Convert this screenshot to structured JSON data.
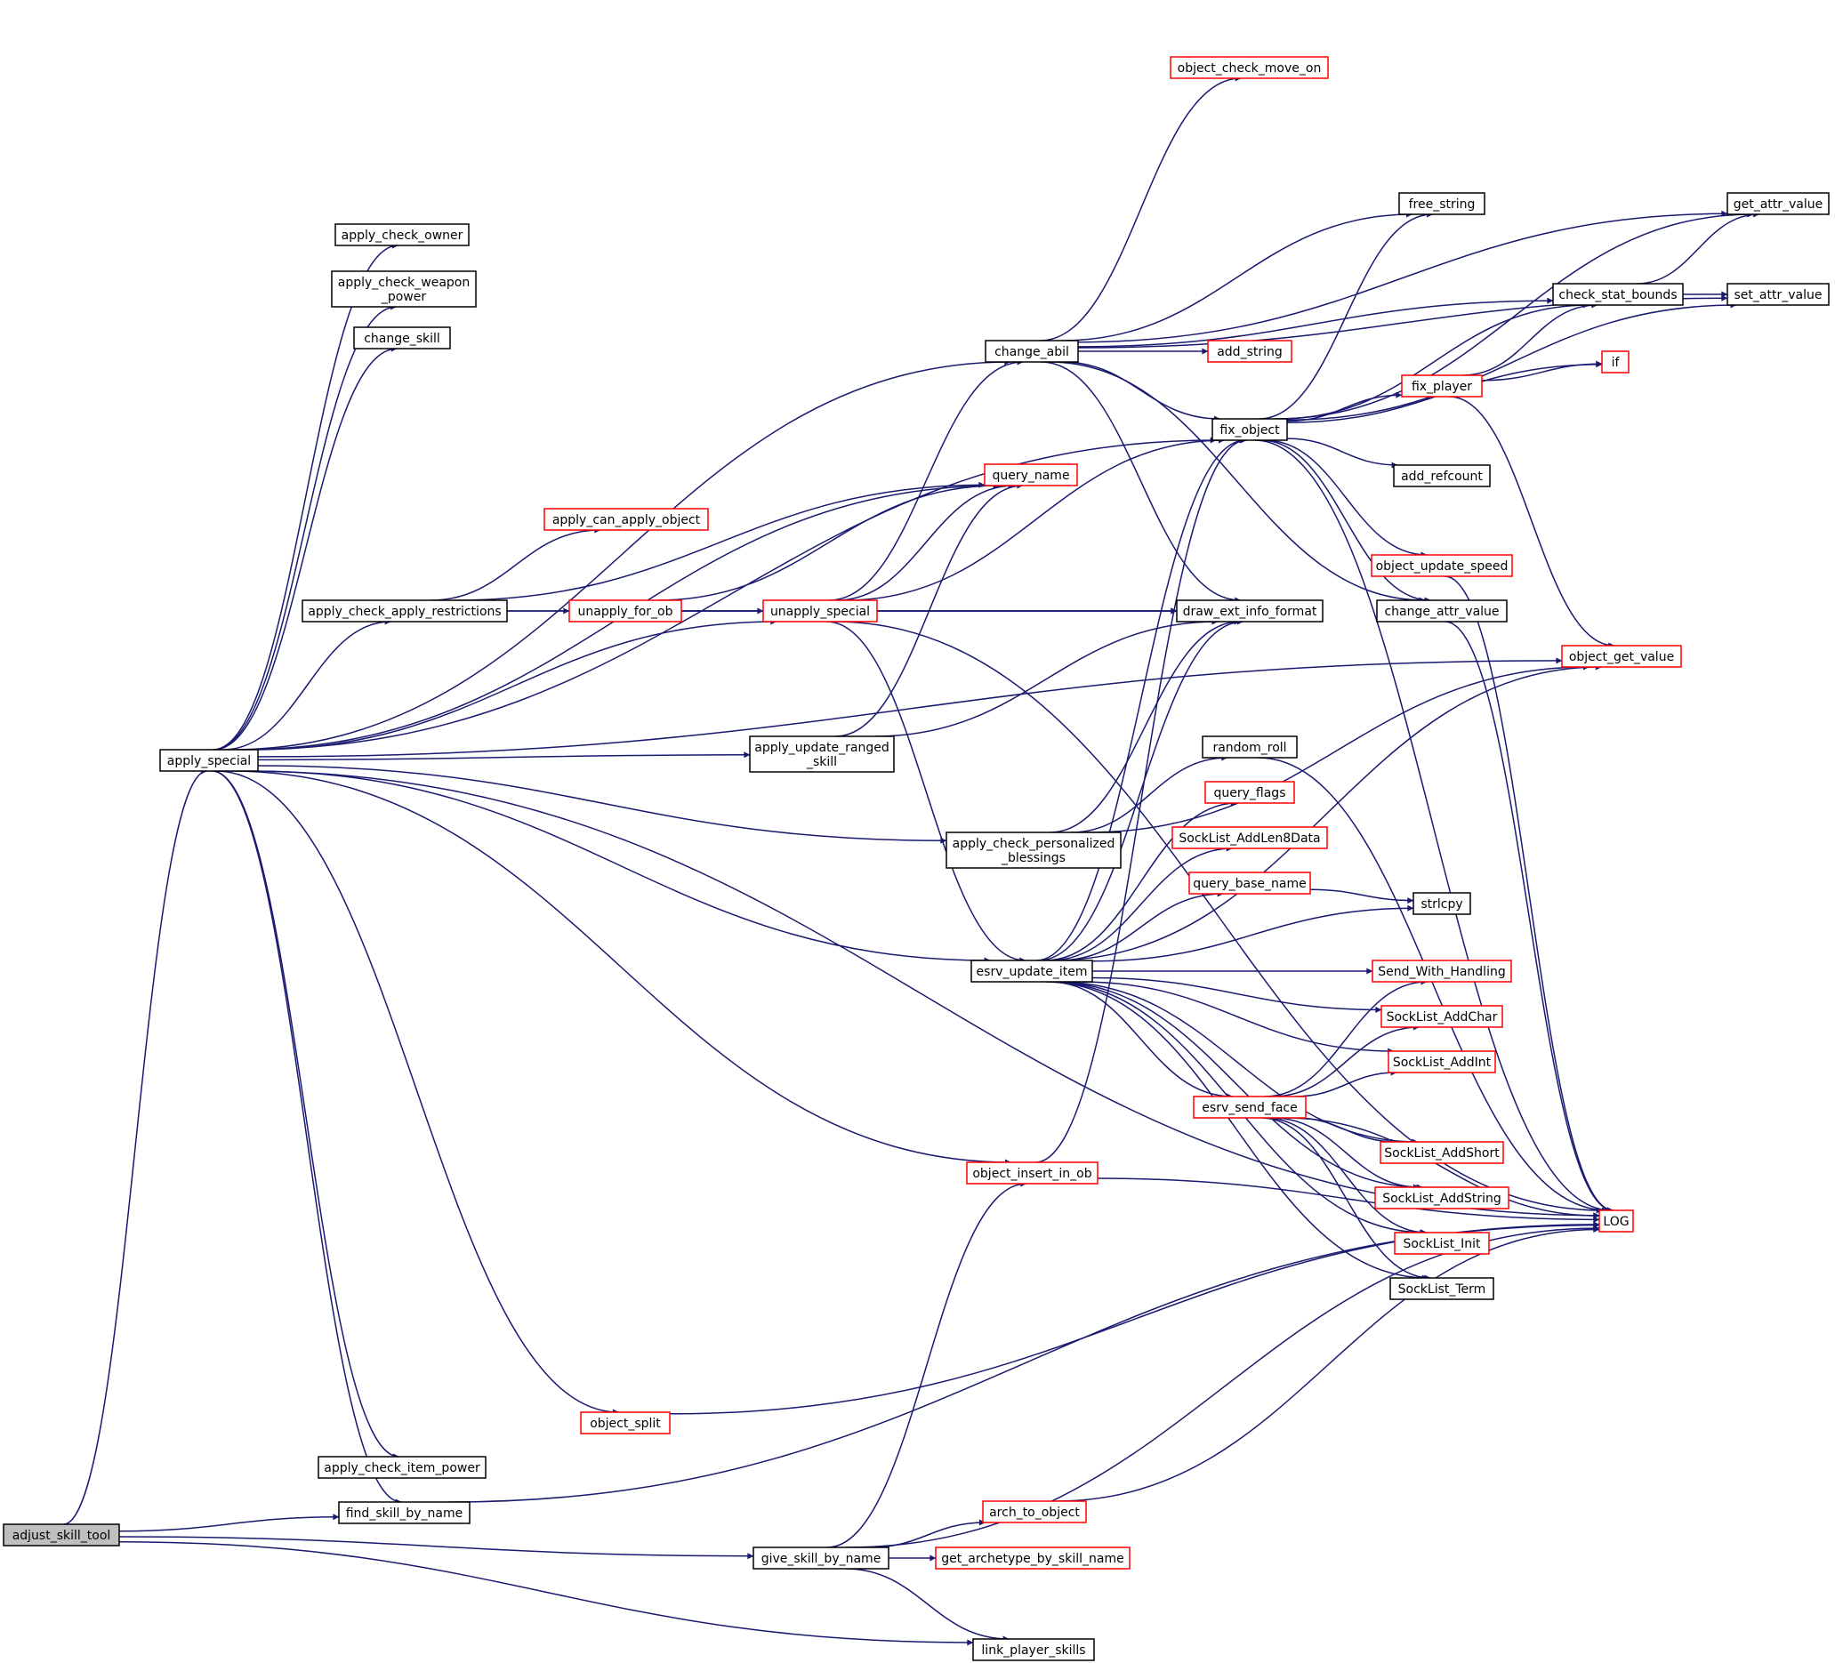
{
  "diagram": {
    "kind": "call-graph",
    "colors": {
      "edge": "#191970",
      "root_fill": "#bfbfbf",
      "plain_border": "#000000",
      "truncated_border": "#ff0000"
    },
    "nodes": [
      {
        "id": "adjust_skill_tool",
        "lines": [
          "adjust_skill_tool"
        ],
        "style": "root"
      },
      {
        "id": "apply_special",
        "lines": [
          "apply_special"
        ],
        "style": "plain"
      },
      {
        "id": "find_skill_by_name",
        "lines": [
          "find_skill_by_name"
        ],
        "style": "plain"
      },
      {
        "id": "give_skill_by_name",
        "lines": [
          "give_skill_by_name"
        ],
        "style": "plain"
      },
      {
        "id": "link_player_skills",
        "lines": [
          "link_player_skills"
        ],
        "style": "plain"
      },
      {
        "id": "apply_check_owner",
        "lines": [
          "apply_check_owner"
        ],
        "style": "plain"
      },
      {
        "id": "apply_check_weapon_power",
        "lines": [
          "apply_check_weapon",
          "_power"
        ],
        "style": "plain"
      },
      {
        "id": "change_skill",
        "lines": [
          "change_skill"
        ],
        "style": "plain"
      },
      {
        "id": "apply_check_apply_restrictions",
        "lines": [
          "apply_check_apply_restrictions"
        ],
        "style": "plain"
      },
      {
        "id": "apply_can_apply_object",
        "lines": [
          "apply_can_apply_object"
        ],
        "style": "red"
      },
      {
        "id": "apply_check_item_power",
        "lines": [
          "apply_check_item_power"
        ],
        "style": "plain"
      },
      {
        "id": "object_split",
        "lines": [
          "object_split"
        ],
        "style": "red"
      },
      {
        "id": "change_abil",
        "lines": [
          "change_abil"
        ],
        "style": "plain"
      },
      {
        "id": "unapply_for_ob",
        "lines": [
          "unapply_for_ob"
        ],
        "style": "red"
      },
      {
        "id": "unapply_special",
        "lines": [
          "unapply_special"
        ],
        "style": "red"
      },
      {
        "id": "query_name",
        "lines": [
          "query_name"
        ],
        "style": "red"
      },
      {
        "id": "apply_update_ranged_skill",
        "lines": [
          "apply_update_ranged",
          "_skill"
        ],
        "style": "plain"
      },
      {
        "id": "apply_check_personalized_blessings",
        "lines": [
          "apply_check_personalized",
          "_blessings"
        ],
        "style": "plain"
      },
      {
        "id": "esrv_update_item",
        "lines": [
          "esrv_update_item"
        ],
        "style": "plain"
      },
      {
        "id": "object_insert_in_ob",
        "lines": [
          "object_insert_in_ob"
        ],
        "style": "red"
      },
      {
        "id": "arch_to_object",
        "lines": [
          "arch_to_object"
        ],
        "style": "red"
      },
      {
        "id": "get_archetype_by_skill_name",
        "lines": [
          "get_archetype_by_skill_name"
        ],
        "style": "red"
      },
      {
        "id": "object_check_move_on",
        "lines": [
          "object_check_move_on"
        ],
        "style": "red"
      },
      {
        "id": "add_string",
        "lines": [
          "add_string"
        ],
        "style": "red"
      },
      {
        "id": "fix_object",
        "lines": [
          "fix_object"
        ],
        "style": "plain"
      },
      {
        "id": "draw_ext_info_format",
        "lines": [
          "draw_ext_info_format"
        ],
        "style": "plain"
      },
      {
        "id": "random_roll",
        "lines": [
          "random_roll"
        ],
        "style": "plain"
      },
      {
        "id": "query_flags",
        "lines": [
          "query_flags"
        ],
        "style": "red"
      },
      {
        "id": "SockList_AddLen8Data",
        "lines": [
          "SockList_AddLen8Data"
        ],
        "style": "red"
      },
      {
        "id": "query_base_name",
        "lines": [
          "query_base_name"
        ],
        "style": "red"
      },
      {
        "id": "esrv_send_face",
        "lines": [
          "esrv_send_face"
        ],
        "style": "red"
      },
      {
        "id": "free_string",
        "lines": [
          "free_string"
        ],
        "style": "plain"
      },
      {
        "id": "fix_player",
        "lines": [
          "fix_player"
        ],
        "style": "red"
      },
      {
        "id": "add_refcount",
        "lines": [
          "add_refcount"
        ],
        "style": "plain"
      },
      {
        "id": "object_update_speed",
        "lines": [
          "object_update_speed"
        ],
        "style": "red"
      },
      {
        "id": "change_attr_value",
        "lines": [
          "change_attr_value"
        ],
        "style": "plain"
      },
      {
        "id": "strlcpy",
        "lines": [
          "strlcpy"
        ],
        "style": "plain"
      },
      {
        "id": "Send_With_Handling",
        "lines": [
          "Send_With_Handling"
        ],
        "style": "red"
      },
      {
        "id": "SockList_AddChar",
        "lines": [
          "SockList_AddChar"
        ],
        "style": "red"
      },
      {
        "id": "SockList_AddInt",
        "lines": [
          "SockList_AddInt"
        ],
        "style": "red"
      },
      {
        "id": "SockList_AddShort",
        "lines": [
          "SockList_AddShort"
        ],
        "style": "red"
      },
      {
        "id": "SockList_AddString",
        "lines": [
          "SockList_AddString"
        ],
        "style": "red"
      },
      {
        "id": "SockList_Init",
        "lines": [
          "SockList_Init"
        ],
        "style": "red"
      },
      {
        "id": "SockList_Term",
        "lines": [
          "SockList_Term"
        ],
        "style": "plain"
      },
      {
        "id": "get_attr_value",
        "lines": [
          "get_attr_value"
        ],
        "style": "plain"
      },
      {
        "id": "check_stat_bounds",
        "lines": [
          "check_stat_bounds"
        ],
        "style": "plain"
      },
      {
        "id": "set_attr_value",
        "lines": [
          "set_attr_value"
        ],
        "style": "plain"
      },
      {
        "id": "if",
        "lines": [
          "if"
        ],
        "style": "red"
      },
      {
        "id": "object_get_value",
        "lines": [
          "object_get_value"
        ],
        "style": "red"
      },
      {
        "id": "LOG",
        "lines": [
          "LOG"
        ],
        "style": "red"
      }
    ],
    "edges": [
      [
        "adjust_skill_tool",
        "apply_special"
      ],
      [
        "adjust_skill_tool",
        "find_skill_by_name"
      ],
      [
        "adjust_skill_tool",
        "give_skill_by_name"
      ],
      [
        "adjust_skill_tool",
        "link_player_skills"
      ],
      [
        "apply_special",
        "apply_check_owner"
      ],
      [
        "apply_special",
        "apply_check_weapon_power"
      ],
      [
        "apply_special",
        "change_skill"
      ],
      [
        "apply_special",
        "change_abil"
      ],
      [
        "apply_special",
        "fix_object"
      ],
      [
        "apply_special",
        "query_name"
      ],
      [
        "apply_special",
        "apply_check_apply_restrictions"
      ],
      [
        "apply_special",
        "unapply_special"
      ],
      [
        "apply_special",
        "apply_update_ranged_skill"
      ],
      [
        "apply_special",
        "object_get_value"
      ],
      [
        "apply_special",
        "apply_check_personalized_blessings"
      ],
      [
        "apply_special",
        "esrv_update_item"
      ],
      [
        "apply_special",
        "object_insert_in_ob"
      ],
      [
        "apply_special",
        "LOG"
      ],
      [
        "apply_special",
        "object_split"
      ],
      [
        "apply_special",
        "apply_check_item_power"
      ],
      [
        "apply_special",
        "find_skill_by_name"
      ],
      [
        "find_skill_by_name",
        "LOG"
      ],
      [
        "apply_check_apply_restrictions",
        "apply_can_apply_object"
      ],
      [
        "apply_check_apply_restrictions",
        "query_name"
      ],
      [
        "apply_check_apply_restrictions",
        "unapply_for_ob"
      ],
      [
        "apply_check_apply_restrictions",
        "draw_ext_info_format"
      ],
      [
        "unapply_for_ob",
        "query_name"
      ],
      [
        "unapply_for_ob",
        "unapply_special"
      ],
      [
        "unapply_for_ob",
        "draw_ext_info_format"
      ],
      [
        "unapply_special",
        "change_abil"
      ],
      [
        "unapply_special",
        "query_name"
      ],
      [
        "unapply_special",
        "fix_object"
      ],
      [
        "unapply_special",
        "draw_ext_info_format"
      ],
      [
        "unapply_special",
        "LOG"
      ],
      [
        "unapply_special",
        "esrv_update_item"
      ],
      [
        "apply_update_ranged_skill",
        "query_name"
      ],
      [
        "apply_update_ranged_skill",
        "draw_ext_info_format"
      ],
      [
        "apply_check_personalized_blessings",
        "draw_ext_info_format"
      ],
      [
        "apply_check_personalized_blessings",
        "object_get_value"
      ],
      [
        "apply_check_personalized_blessings",
        "random_roll"
      ],
      [
        "change_abil",
        "object_check_move_on"
      ],
      [
        "change_abil",
        "get_attr_value"
      ],
      [
        "change_abil",
        "check_stat_bounds"
      ],
      [
        "change_abil",
        "set_attr_value"
      ],
      [
        "change_abil",
        "free_string"
      ],
      [
        "change_abil",
        "add_string"
      ],
      [
        "change_abil",
        "fix_object"
      ],
      [
        "change_abil",
        "draw_ext_info_format"
      ],
      [
        "change_abil",
        "change_attr_value"
      ],
      [
        "fix_object",
        "free_string"
      ],
      [
        "fix_object",
        "get_attr_value"
      ],
      [
        "fix_object",
        "check_stat_bounds"
      ],
      [
        "fix_object",
        "if"
      ],
      [
        "fix_object",
        "fix_player"
      ],
      [
        "fix_object",
        "set_attr_value"
      ],
      [
        "fix_object",
        "add_refcount"
      ],
      [
        "fix_object",
        "object_update_speed"
      ],
      [
        "fix_object",
        "change_attr_value"
      ],
      [
        "fix_object",
        "LOG"
      ],
      [
        "fix_player",
        "check_stat_bounds"
      ],
      [
        "fix_player",
        "if"
      ],
      [
        "fix_player",
        "object_get_value"
      ],
      [
        "check_stat_bounds",
        "get_attr_value"
      ],
      [
        "check_stat_bounds",
        "set_attr_value"
      ],
      [
        "object_update_speed",
        "LOG"
      ],
      [
        "change_attr_value",
        "LOG"
      ],
      [
        "random_roll",
        "LOG"
      ],
      [
        "esrv_update_item",
        "query_flags"
      ],
      [
        "esrv_update_item",
        "SockList_AddLen8Data"
      ],
      [
        "esrv_update_item",
        "query_base_name"
      ],
      [
        "esrv_update_item",
        "strlcpy"
      ],
      [
        "esrv_update_item",
        "Send_With_Handling"
      ],
      [
        "esrv_update_item",
        "SockList_AddChar"
      ],
      [
        "esrv_update_item",
        "SockList_AddInt"
      ],
      [
        "esrv_update_item",
        "esrv_send_face"
      ],
      [
        "esrv_update_item",
        "SockList_AddShort"
      ],
      [
        "esrv_update_item",
        "SockList_AddString"
      ],
      [
        "esrv_update_item",
        "SockList_Init"
      ],
      [
        "esrv_update_item",
        "SockList_Term"
      ],
      [
        "esrv_update_item",
        "fix_object"
      ],
      [
        "esrv_update_item",
        "draw_ext_info_format"
      ],
      [
        "esrv_update_item",
        "object_get_value"
      ],
      [
        "query_base_name",
        "strlcpy"
      ],
      [
        "esrv_send_face",
        "Send_With_Handling"
      ],
      [
        "esrv_send_face",
        "SockList_AddChar"
      ],
      [
        "esrv_send_face",
        "SockList_AddInt"
      ],
      [
        "esrv_send_face",
        "SockList_AddShort"
      ],
      [
        "esrv_send_face",
        "SockList_AddString"
      ],
      [
        "esrv_send_face",
        "SockList_Init"
      ],
      [
        "esrv_send_face",
        "SockList_Term"
      ],
      [
        "esrv_send_face",
        "LOG"
      ],
      [
        "object_insert_in_ob",
        "fix_object"
      ],
      [
        "object_insert_in_ob",
        "LOG"
      ],
      [
        "object_split",
        "LOG"
      ],
      [
        "give_skill_by_name",
        "arch_to_object"
      ],
      [
        "give_skill_by_name",
        "get_archetype_by_skill_name"
      ],
      [
        "give_skill_by_name",
        "object_insert_in_ob"
      ],
      [
        "give_skill_by_name",
        "link_player_skills"
      ],
      [
        "give_skill_by_name",
        "LOG"
      ],
      [
        "arch_to_object",
        "LOG"
      ]
    ]
  }
}
